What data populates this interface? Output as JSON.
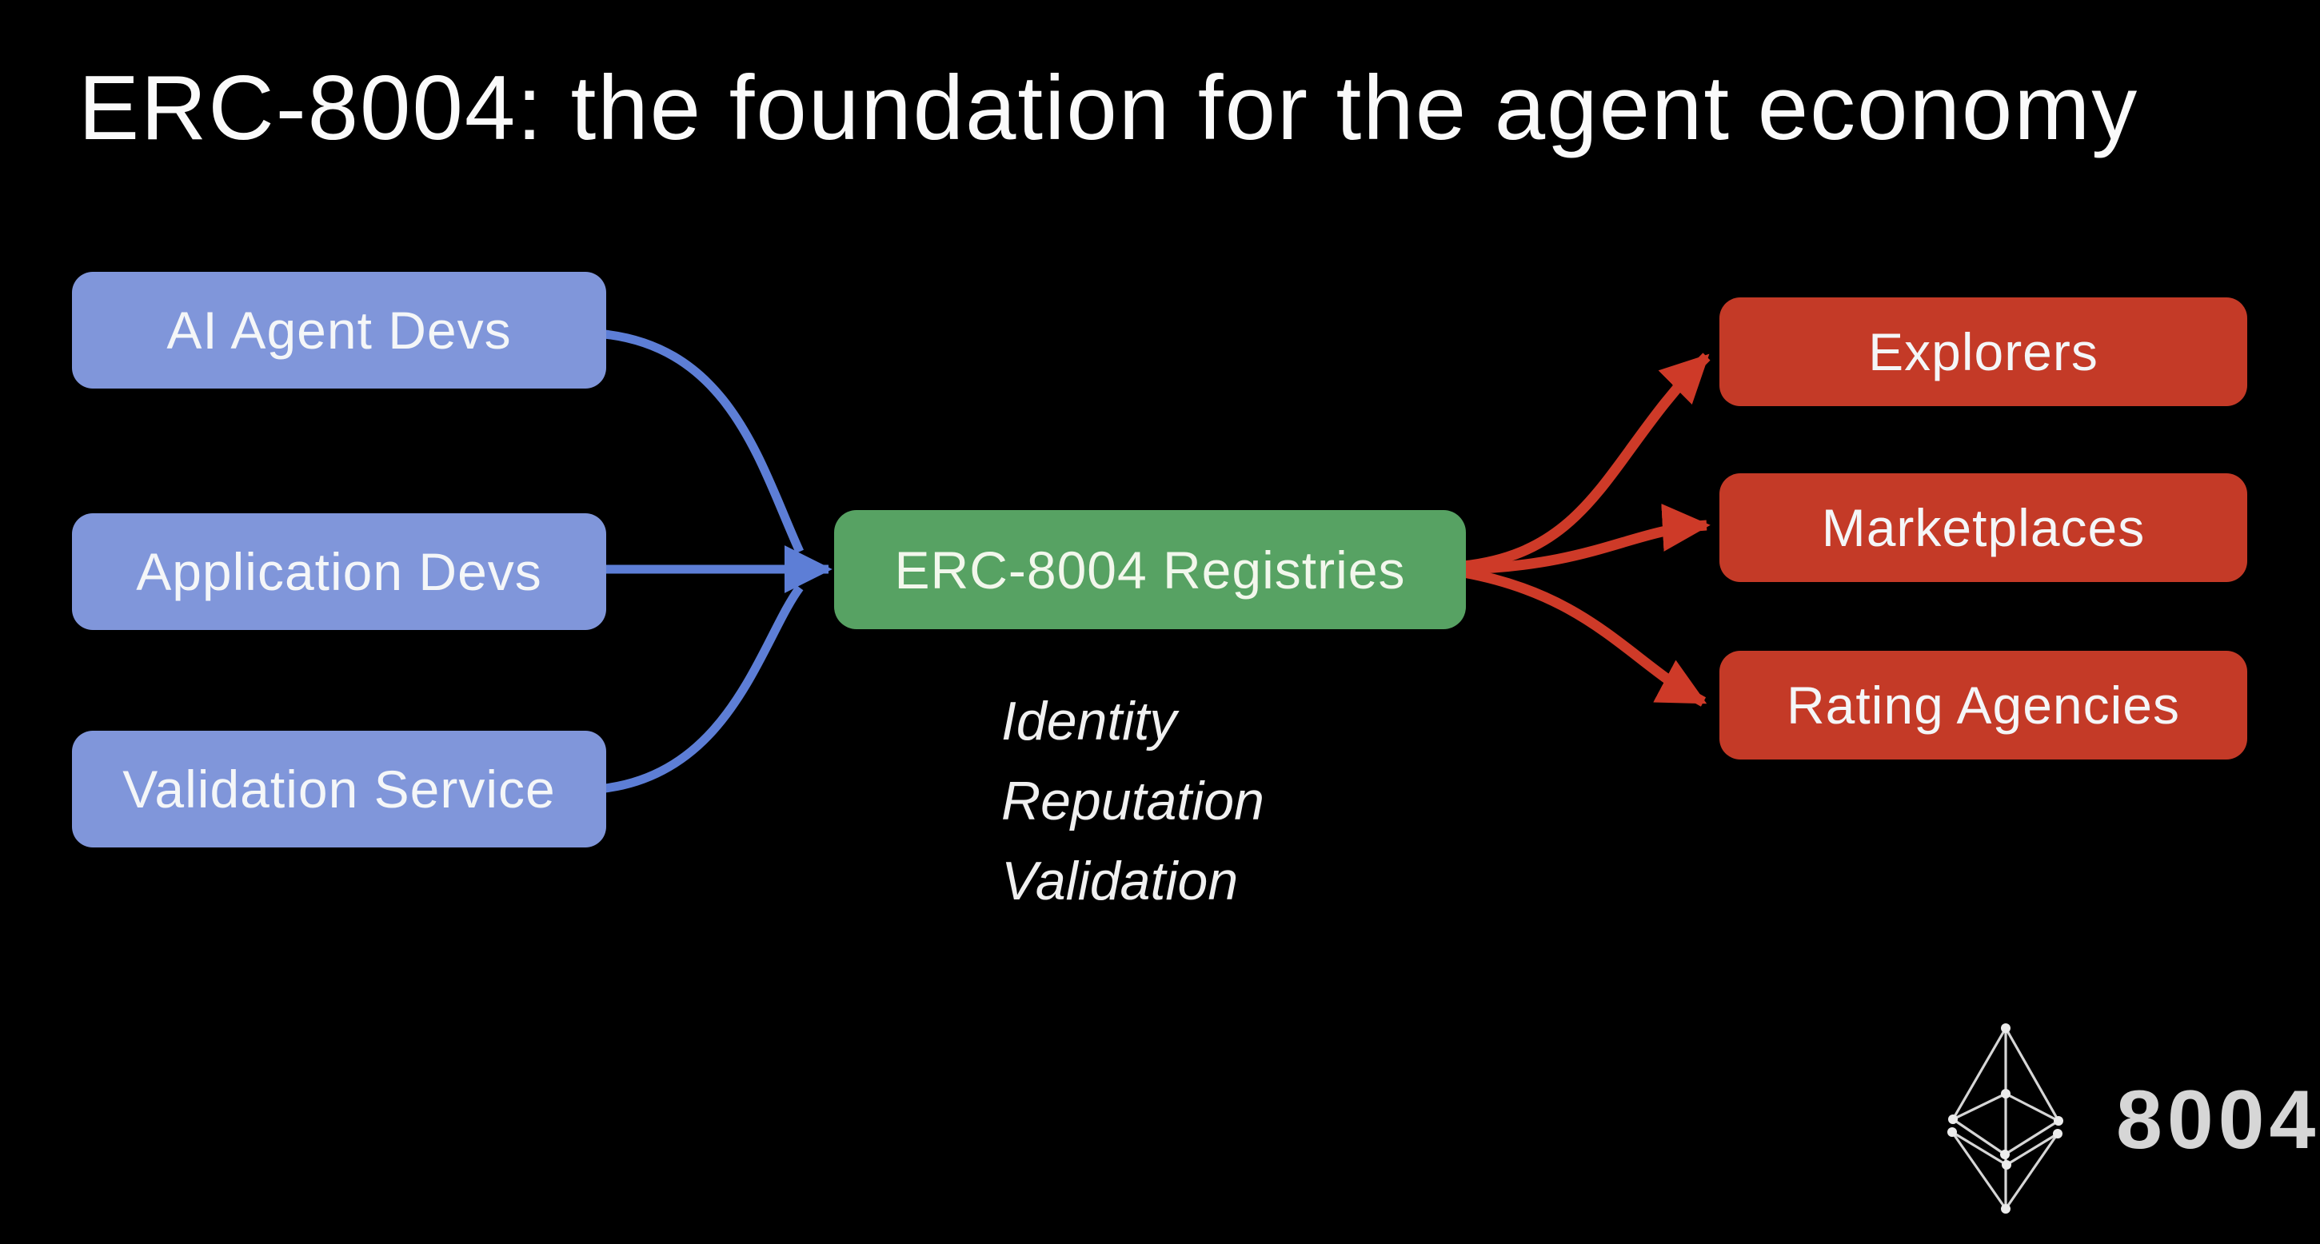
{
  "title": "ERC-8004: the foundation for the agent economy",
  "sources": [
    {
      "label": "AI Agent Devs"
    },
    {
      "label": "Application Devs"
    },
    {
      "label": "Validation Service"
    }
  ],
  "registry": {
    "label": "ERC-8004 Registries",
    "functions": [
      "Identity",
      "Reputation",
      "Validation"
    ]
  },
  "consumers": [
    {
      "label": "Explorers"
    },
    {
      "label": "Marketplaces"
    },
    {
      "label": "Rating Agencies"
    }
  ],
  "logo": {
    "icon": "ethereum-wireframe-icon",
    "text": "8004"
  },
  "colors": {
    "background": "#000000",
    "source-box": "#8096da",
    "source-arrow": "#5d7ed6",
    "registry-box": "#57a263",
    "registry-text": "#f2f7ec",
    "consumer-box": "#c43a27",
    "consumer-arrow": "#ce3a28",
    "box-text": "#f4f6f8",
    "title-text": "#fafafa",
    "functions-text": "#f0f0f0",
    "logo-gray": "#d6d6d6"
  }
}
